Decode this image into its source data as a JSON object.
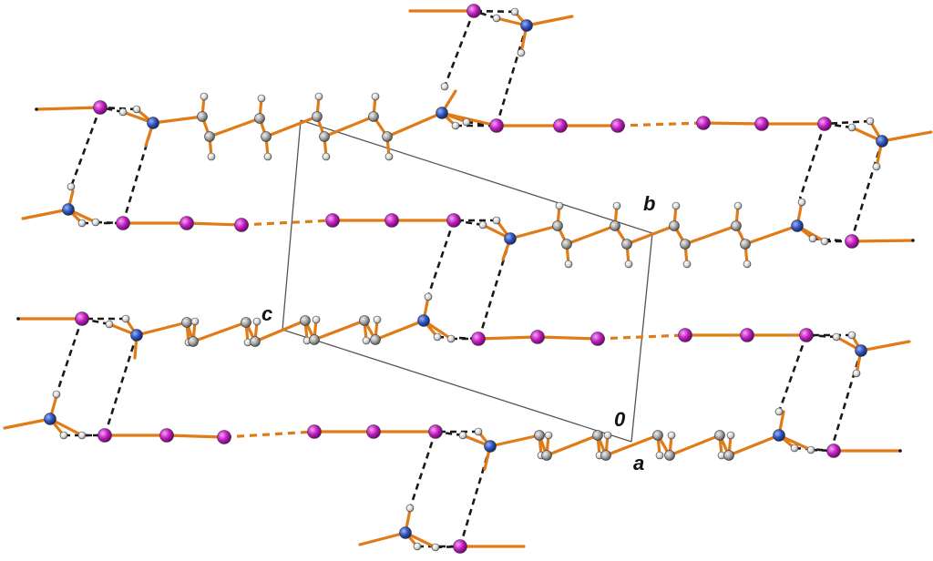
{
  "figure": {
    "axis_labels": {
      "a": "a",
      "b": "b",
      "c": "c",
      "origin": "0"
    },
    "colors": {
      "background": "#ffffff",
      "bond": "#e07b18",
      "iodine": "#c21fc2",
      "nitrogen": "#2f54c0",
      "carbon": "#a9a9a9",
      "hydrogen": "#d8d8d8",
      "contact_line": "#1a1a1a",
      "halogen_bond": "#e07b18",
      "unit_cell": "#555555"
    }
  }
}
